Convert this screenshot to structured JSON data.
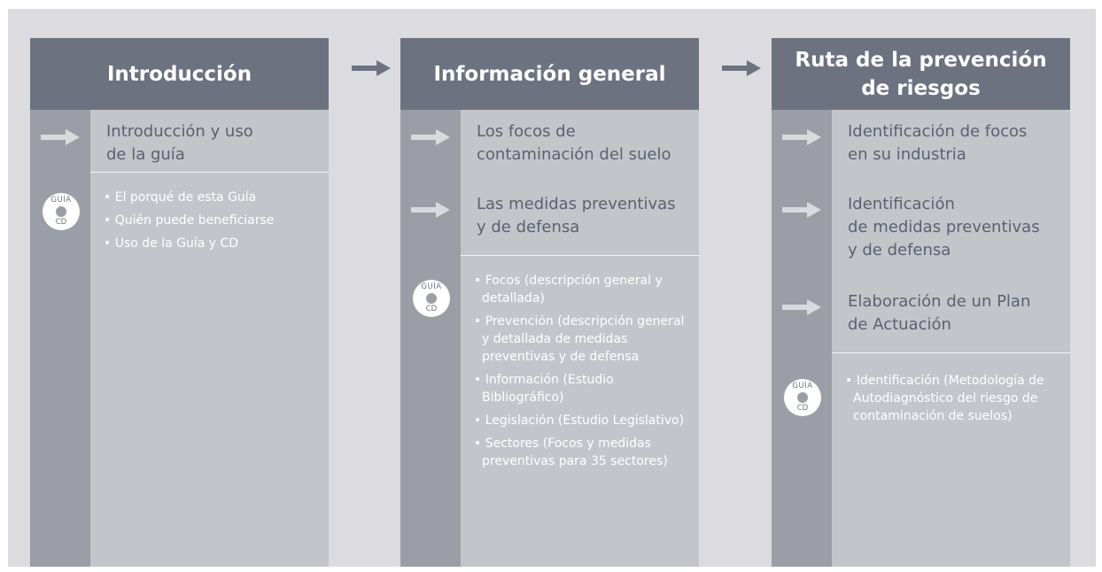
{
  "columns": [
    {
      "title": "Introducción",
      "links": [
        {
          "text": "Introducción y uso\nde la guía"
        }
      ],
      "cd_badge": {
        "top": "GUÍA",
        "bottom": "CD"
      },
      "bullets": [
        "El porqué de esta Guía",
        "Quién puede beneficiarse",
        "Uso de la Guía y CD"
      ]
    },
    {
      "title": "Información general",
      "links": [
        {
          "text": "Los focos de\ncontaminación del suelo"
        },
        {
          "text": "Las medidas preventivas\ny de defensa"
        }
      ],
      "cd_badge": {
        "top": "GUÍA",
        "bottom": "CD"
      },
      "bullets": [
        "Focos (descripción general y detallada)",
        "Prevención (descripción general y detallada de medidas preventivas y de defensa",
        "Información (Estudio Bibliográfico)",
        "Legislación (Estudio Legislativo)",
        "Sectores (Focos y medidas preventivas para 35 sectores)"
      ]
    },
    {
      "title": "Ruta de la prevención\nde riesgos",
      "links": [
        {
          "text": "Identificación de focos\nen su industria"
        },
        {
          "text": "Identificación\nde medidas preventivas\ny de defensa"
        },
        {
          "text": "Elaboración de un Plan\nde Actuación"
        }
      ],
      "cd_badge": {
        "top": "GUÍA",
        "bottom": "CD"
      },
      "bullets": [
        "Identificación (Metodología de Autodiagnóstico del riesgo de contaminación de suelos)"
      ]
    }
  ],
  "colors": {
    "frame": "#dcdce0",
    "column": "#c4c5ca",
    "bar": "#9b9ea6",
    "header": "#6d7280",
    "link_text": "#5c6170",
    "bullet_text": "#ffffff"
  },
  "icons": {
    "flow_arrow": "arrow-right-icon",
    "link_arrow": "arrow-right-icon",
    "badge": "cd-disc-icon"
  }
}
